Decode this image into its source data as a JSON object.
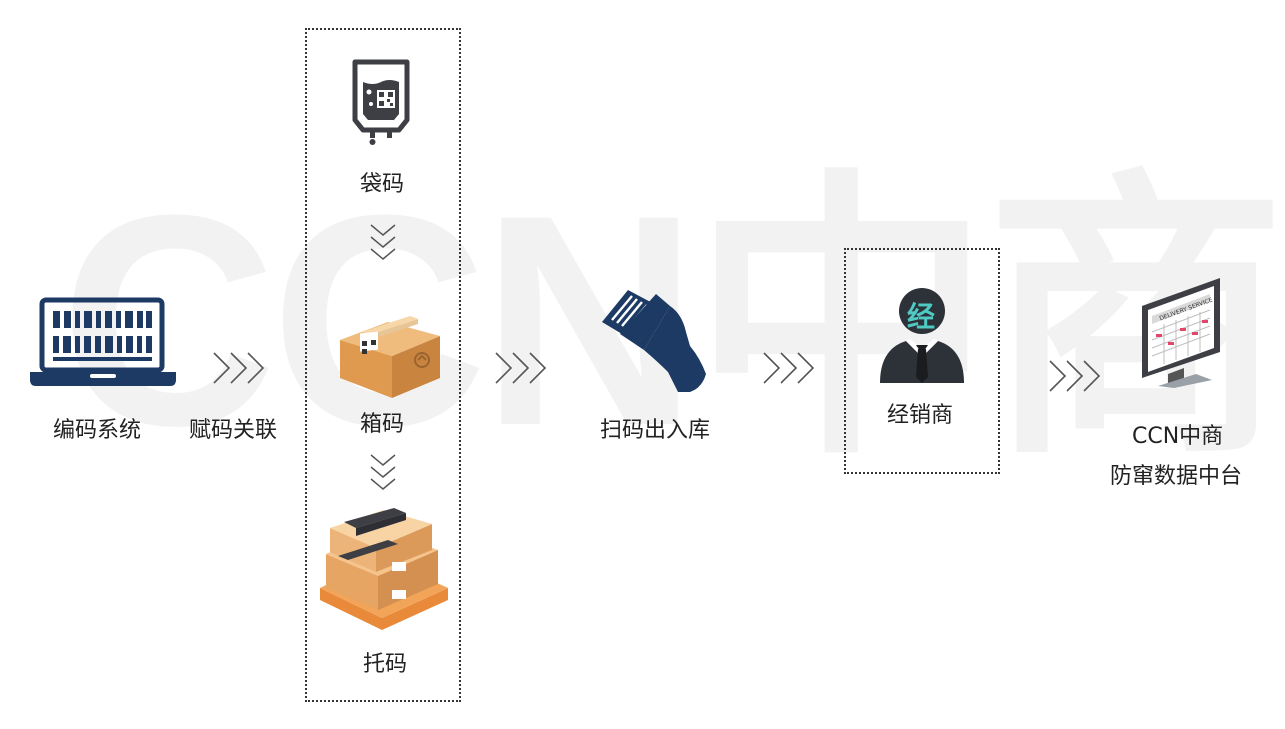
{
  "watermark": "CCN中商",
  "nodes": {
    "coding_system": "编码系统",
    "link_label": "赋码关联",
    "bag_code": "袋码",
    "box_code": "箱码",
    "pallet_code": "托码",
    "scan_in_out": "扫码出入库",
    "distributor": "经销商",
    "distributor_badge": "经",
    "platform_line1": "CCN中商",
    "platform_line2": "防窜数据中台"
  },
  "monitor_text": "DELIVERY SERVICE",
  "colors": {
    "navy": "#1c3a63",
    "dark_gray": "#3d3f45",
    "teal": "#4ec9c4",
    "box_orange": "#e8a863",
    "pallet_orange": "#e98a3a"
  }
}
